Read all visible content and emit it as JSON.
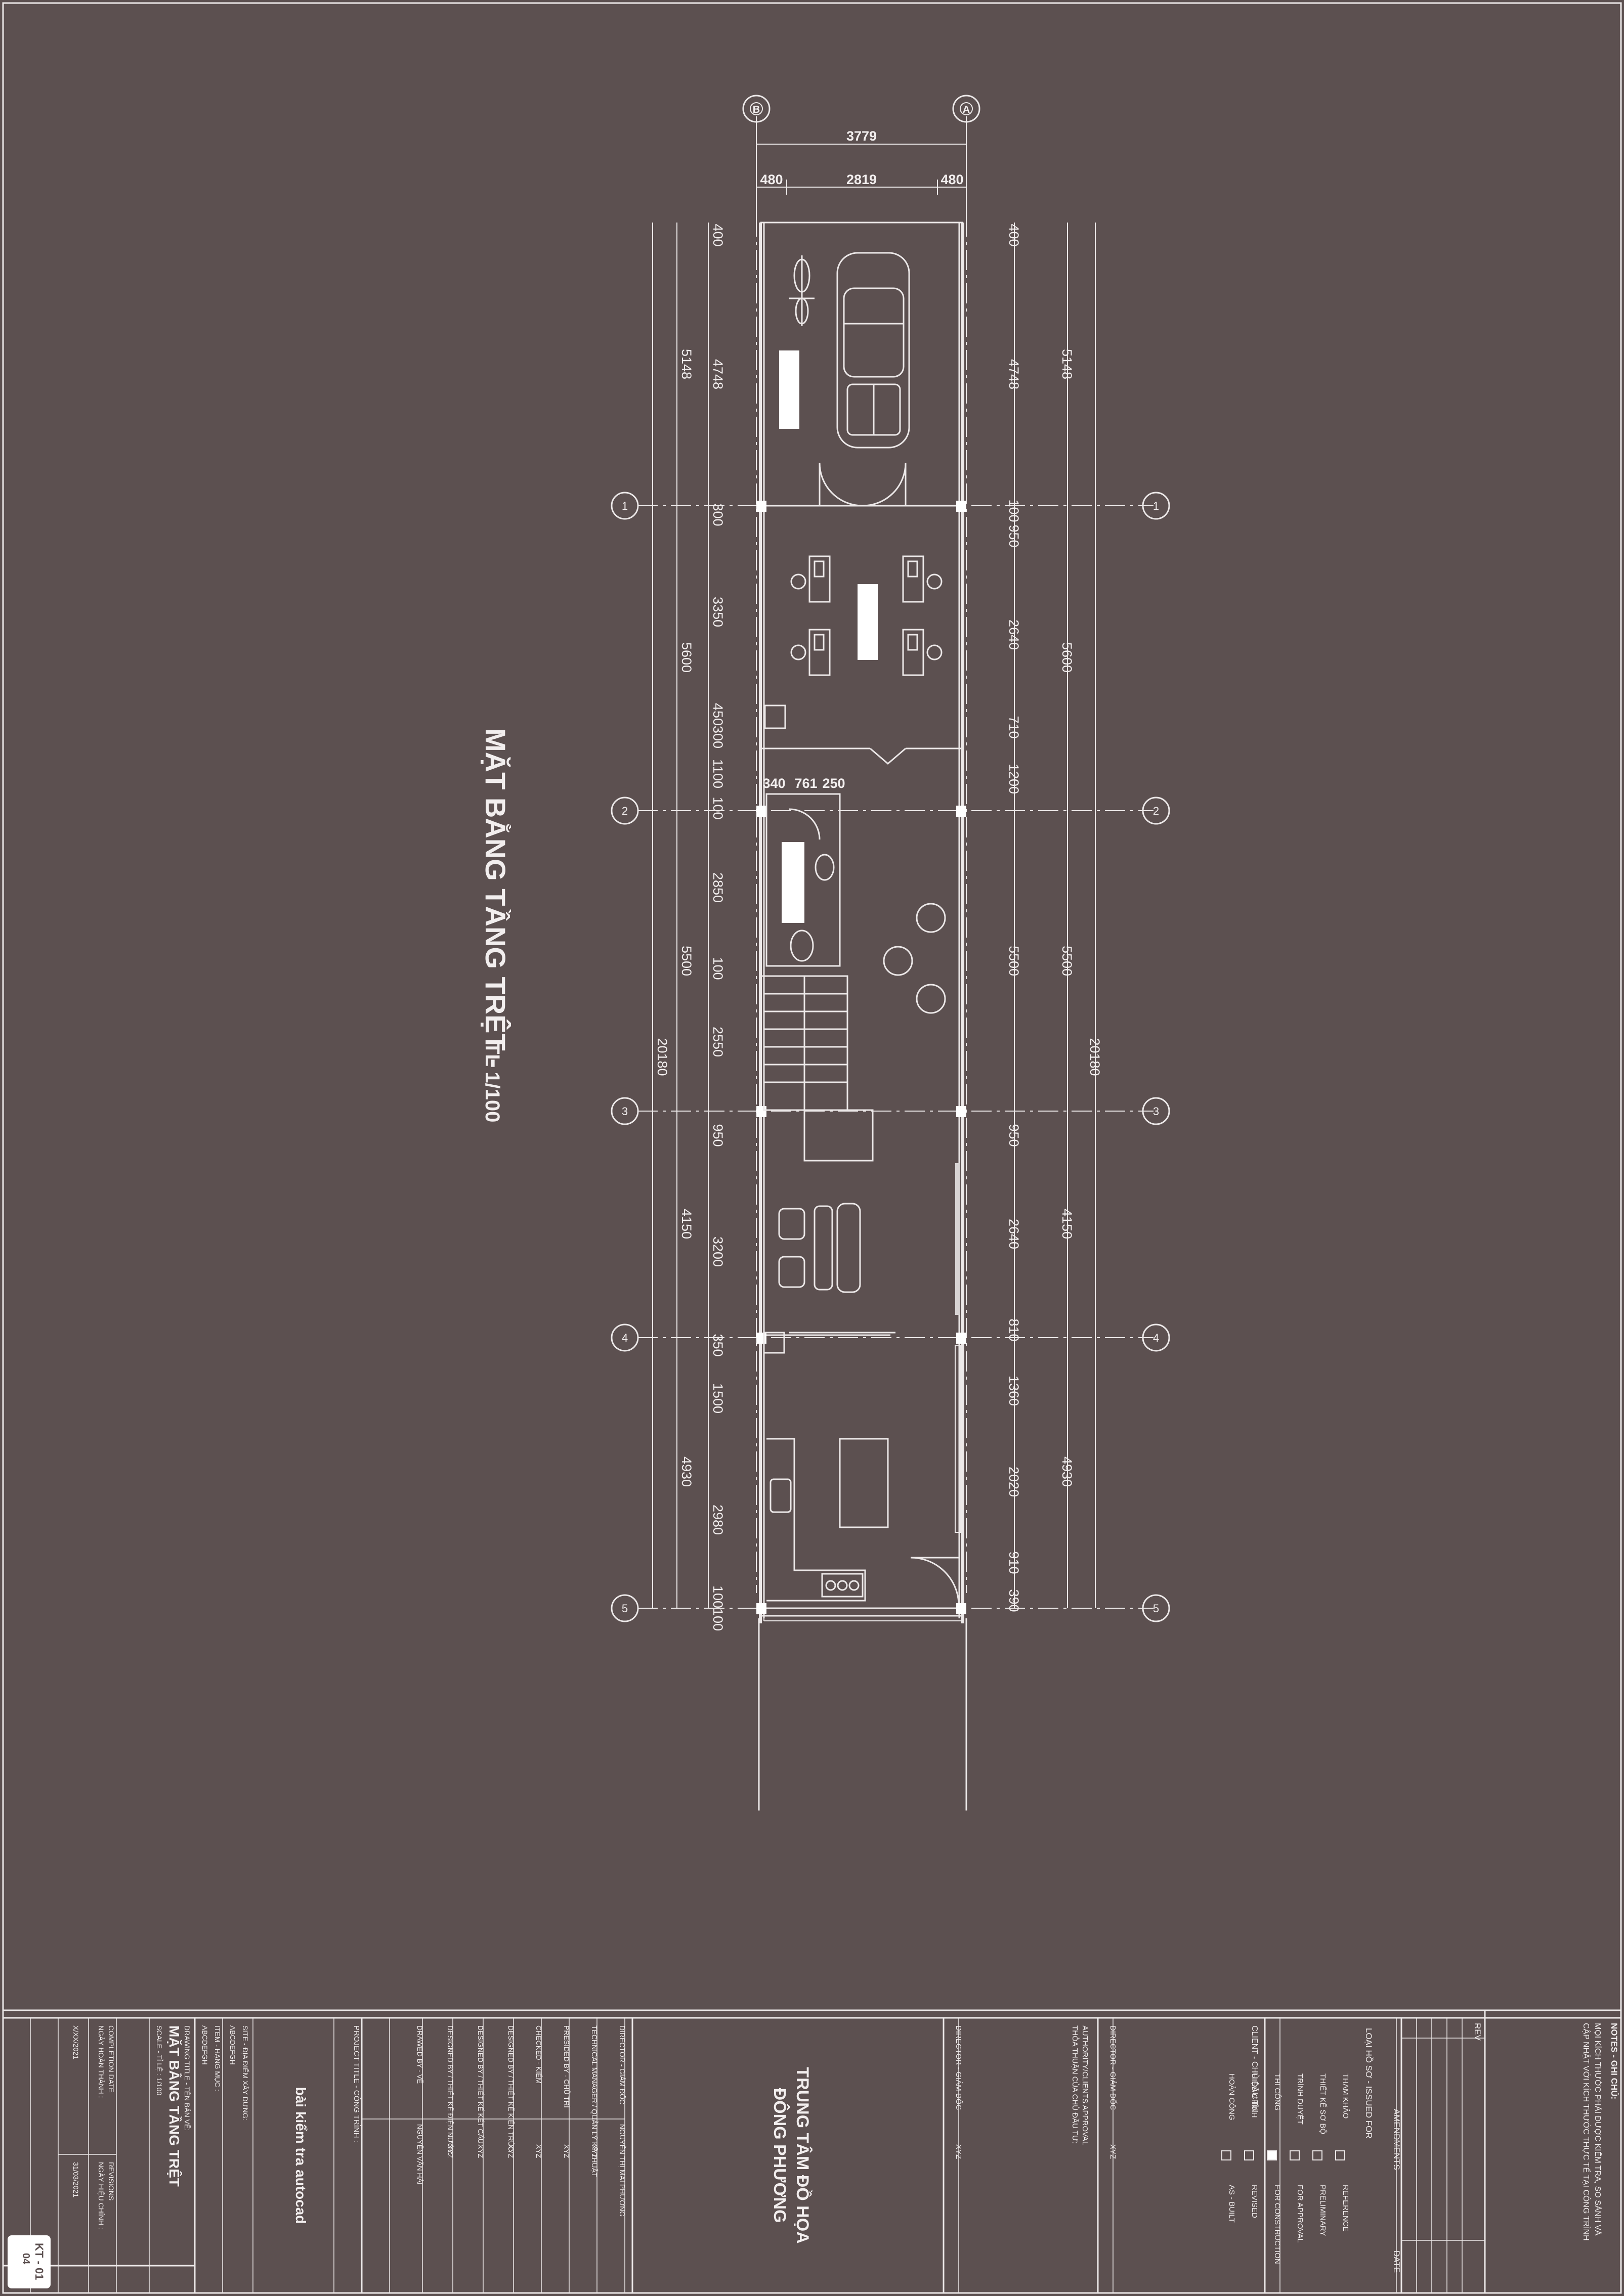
{
  "drawing": {
    "title": "MẶT BẰNG TẦNG TRỆT -",
    "scale": "TL 1/100"
  },
  "axes": {
    "vertical": [
      "B",
      "A"
    ],
    "horizontal": [
      "1",
      "2",
      "3",
      "4",
      "5"
    ]
  },
  "dimensions": {
    "top_total": "3779",
    "top_parts": [
      "480",
      "2819",
      "480"
    ],
    "left_outer": [
      "5148",
      "5600",
      "5500",
      "4150",
      "4930"
    ],
    "left_total": "20180",
    "left_inner": [
      "400",
      "4748",
      "300",
      "3350",
      "450300",
      "1100",
      "100",
      "2850",
      "100",
      "2550",
      "950",
      "3200",
      "350",
      "1500",
      "2980",
      "100100"
    ],
    "right_inner": [
      "400",
      "4748",
      "100",
      "950",
      "2640",
      "710",
      "1200",
      "5500",
      "950",
      "2640",
      "810",
      "1360",
      "2020",
      "910",
      "390"
    ],
    "right_outer": [
      "5148",
      "5600",
      "5500",
      "4150",
      "4930"
    ],
    "right_total": "20180",
    "wc_parts": [
      "340",
      "761",
      "250"
    ]
  },
  "title_block": {
    "notes_header": "NOTES - GHI CHÚ:",
    "notes_text": [
      "MỌI KÍCH THƯỚC PHẢI ĐƯỢC KIỂM TRA, SO SÁNH VÀ",
      "CẬP NHẬT VỚI KÍCH THƯỚC THỰC TẾ TẠI CÔNG TRÌNH"
    ],
    "rev_header": "REV",
    "amendments_header": "AMENDMENTS",
    "date_header": "DATE",
    "issued_for_header": "LOẠI HỒ SƠ - ISSUED FOR",
    "issued_for": [
      {
        "vi": "THAM KHẢO",
        "en": "REFERENCE",
        "checked": false
      },
      {
        "vi": "THIẾT KẾ SƠ BỘ",
        "en": "PRELIMINARY",
        "checked": false
      },
      {
        "vi": "TRÌNH DUYỆT",
        "en": "FOR APPROVAL",
        "checked": false
      },
      {
        "vi": "THI CÔNG",
        "en": "FOR CONSTRUCTION",
        "checked": true
      },
      {
        "vi": "HIỆU CHỈNH",
        "en": "REVISED",
        "checked": false
      },
      {
        "vi": "HOÀN CÔNG",
        "en": "AS - BUILT",
        "checked": false
      }
    ],
    "client_label": "CLIENT - CHỦ ĐẦU TƯ:",
    "client_director_label": "DIRECTOR - GIÁM ĐỐC",
    "client_director_value": "XYZ",
    "authority_label": "AUTHORITY/CLIENTS APPROVAL",
    "authority_label_vi": "THỎA THUẬN CỦA CHỦ ĐẦU TƯ:",
    "authority_director_label": "DIRECTOR - GIÁM ĐỐC",
    "authority_director_value": "XYZ",
    "company_line1": "TRUNG TÂM ĐỒ HỌA",
    "company_line2": "ĐÔNG PHƯƠNG",
    "staff": [
      {
        "label": "DIRECTOR - GIÁM ĐỐC",
        "value": "NGUYỄN THỊ MAI PHƯƠNG"
      },
      {
        "label": "TECHNICAL MANAGER / QUẢN LÝ KỸ THUẬT",
        "value": "XYZ"
      },
      {
        "label": "PRESIDED BY - CHỦ TRÌ",
        "value": "XYZ"
      },
      {
        "label": "CHECKED - KIỂM",
        "value": "XYZ"
      },
      {
        "label": "DESIGNED BY / THIẾT KẾ KIẾN TRÚC",
        "value": "XYZ"
      },
      {
        "label": "DESIGNED BY / THIẾT KẾ KẾT CẤU",
        "value": "XYZ"
      },
      {
        "label": "DESIGNED BY / THIẾT KẾ ĐIỆN NƯỚC",
        "value": "XYZ"
      },
      {
        "label": "DRAWED BY - VẼ",
        "value": "NGUYỄN VĂN HẢI"
      }
    ],
    "project_label": "PROJECT TITLE - CÔNG TRÌNH :",
    "project_value": "bài kiểm tra autocad",
    "site_label": "SITE - ĐỊA ĐIỂM XÂY DỰNG:",
    "site_value": "ABCDEFGH",
    "item_label": "ITEM - HẠNG MỤC :",
    "item_value": "ABCDEFGH",
    "drawing_title_label": "DRAWING TITLE - TÊN BẢN VẼ:",
    "drawing_title_value": "MẶT BẰNG TẦNG TRỆT",
    "scale_label": "SCALE - TỈ LỆ : 1/100",
    "completion_label": "COMPLETION DATE",
    "completion_label_vi": "NGÀY HOÀN THÀNH :",
    "completion_value": "X/XX/2021",
    "revisions_label": "REVISIONS",
    "revisions_label_vi": "NGÀY HIỆU CHỈNH :",
    "revisions_value": "31/03/2021",
    "sheet_code": "KT - 01",
    "sheet_number": "04"
  },
  "colors": {
    "background": "#5c5050",
    "lines": "#ece8e8"
  }
}
